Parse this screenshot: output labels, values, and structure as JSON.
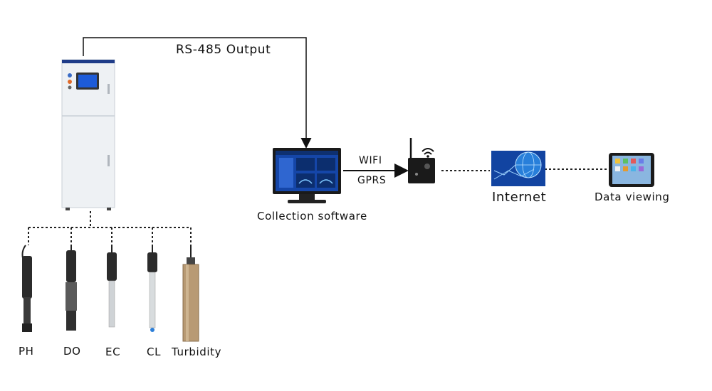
{
  "connections": {
    "rs485_label": "RS-485 Output",
    "wifi_label": "WIFI",
    "gprs_label": "GPRS"
  },
  "nodes": {
    "collection_software": "Collection software",
    "internet": "Internet",
    "data_viewing": "Data viewing"
  },
  "sensors": [
    {
      "label": "PH"
    },
    {
      "label": "DO"
    },
    {
      "label": "EC"
    },
    {
      "label": "CL"
    },
    {
      "label": "Turbidity"
    }
  ],
  "colors": {
    "line": "#111111",
    "cabinet": "#f2f4f6",
    "cabinet_top": "#1f3c88",
    "screen": "#1d5bd8",
    "sensor_body": "#2b2b2b",
    "turbidity_body": "#b89a74"
  }
}
